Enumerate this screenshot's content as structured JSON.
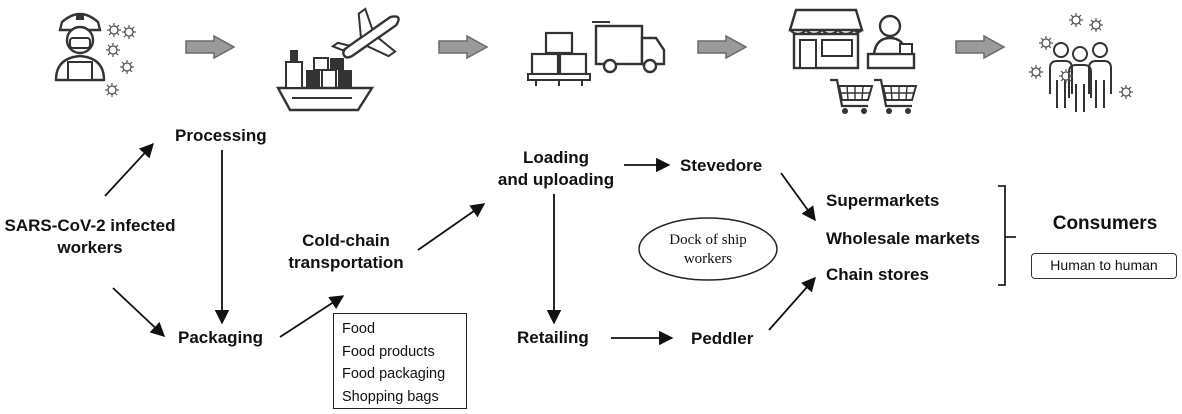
{
  "nodes": {
    "infected_workers": [
      "SARS-CoV-2 infected",
      "workers"
    ],
    "processing": "Processing",
    "packaging": "Packaging",
    "cold_chain": [
      "Cold-chain",
      "transportation"
    ],
    "loading": [
      "Loading",
      "and uploading"
    ],
    "stevedore": "Stevedore",
    "retailing": "Retailing",
    "peddler": "Peddler",
    "supermarkets": "Supermarkets",
    "wholesale": "Wholesale markets",
    "chain_stores": "Chain stores",
    "consumers": "Consumers"
  },
  "items_box": [
    "Food",
    "Food products",
    "Food packaging",
    "Shopping bags"
  ],
  "dock_label": [
    "Dock of ship",
    "workers"
  ],
  "human_to_human": "Human to human",
  "icons": [
    "worker-icon",
    "virus-icon",
    "ship-icon",
    "airplane-icon",
    "boxes-icon",
    "truck-icon",
    "store-icon",
    "cashier-icon",
    "shopping-cart-icon",
    "people-icon"
  ],
  "colors": {
    "ink": "#111111",
    "arrow_fill": "#9a9a9a",
    "arrow_stroke": "#6a6a6a"
  }
}
